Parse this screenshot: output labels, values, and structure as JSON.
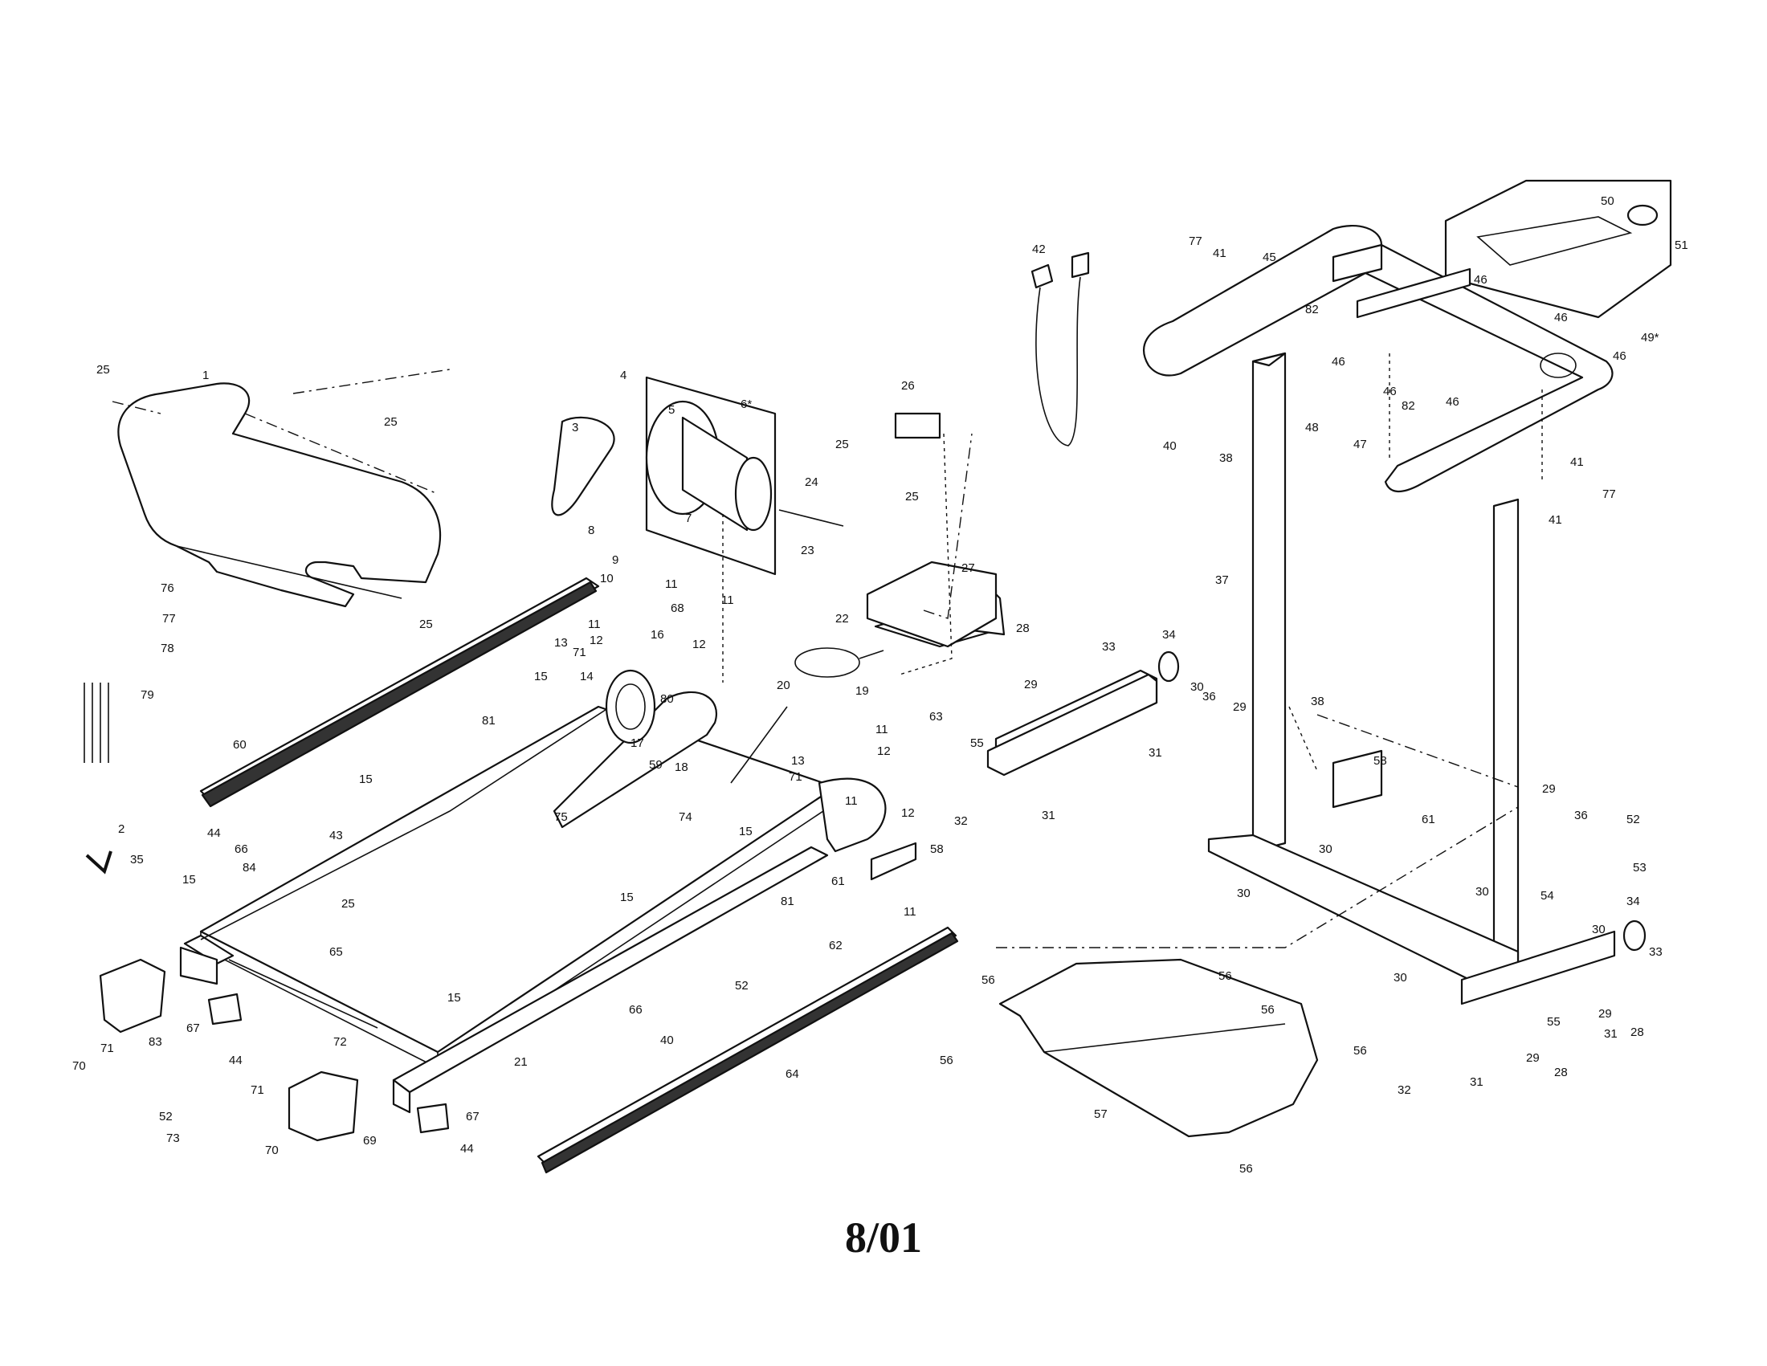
{
  "diagram": {
    "date_stamp": "8/01",
    "callouts": [
      "1",
      "2",
      "3",
      "4",
      "5",
      "6*",
      "7",
      "8",
      "9",
      "10",
      "11",
      "12",
      "13",
      "14",
      "15",
      "16",
      "17",
      "18",
      "19",
      "20",
      "21",
      "22",
      "23",
      "24",
      "25",
      "26",
      "27",
      "28",
      "29",
      "30",
      "31",
      "32",
      "33",
      "34",
      "35",
      "36",
      "37",
      "38",
      "40",
      "41",
      "42",
      "43",
      "44",
      "45",
      "46",
      "47",
      "48",
      "49*",
      "50",
      "51",
      "52",
      "53",
      "54",
      "55",
      "56",
      "57",
      "58",
      "59",
      "60",
      "61",
      "62",
      "63",
      "64",
      "65",
      "66",
      "67",
      "68",
      "69",
      "70",
      "71",
      "72",
      "73",
      "74",
      "75",
      "76",
      "77",
      "78",
      "79",
      "80",
      "81",
      "82",
      "83",
      "84"
    ]
  }
}
